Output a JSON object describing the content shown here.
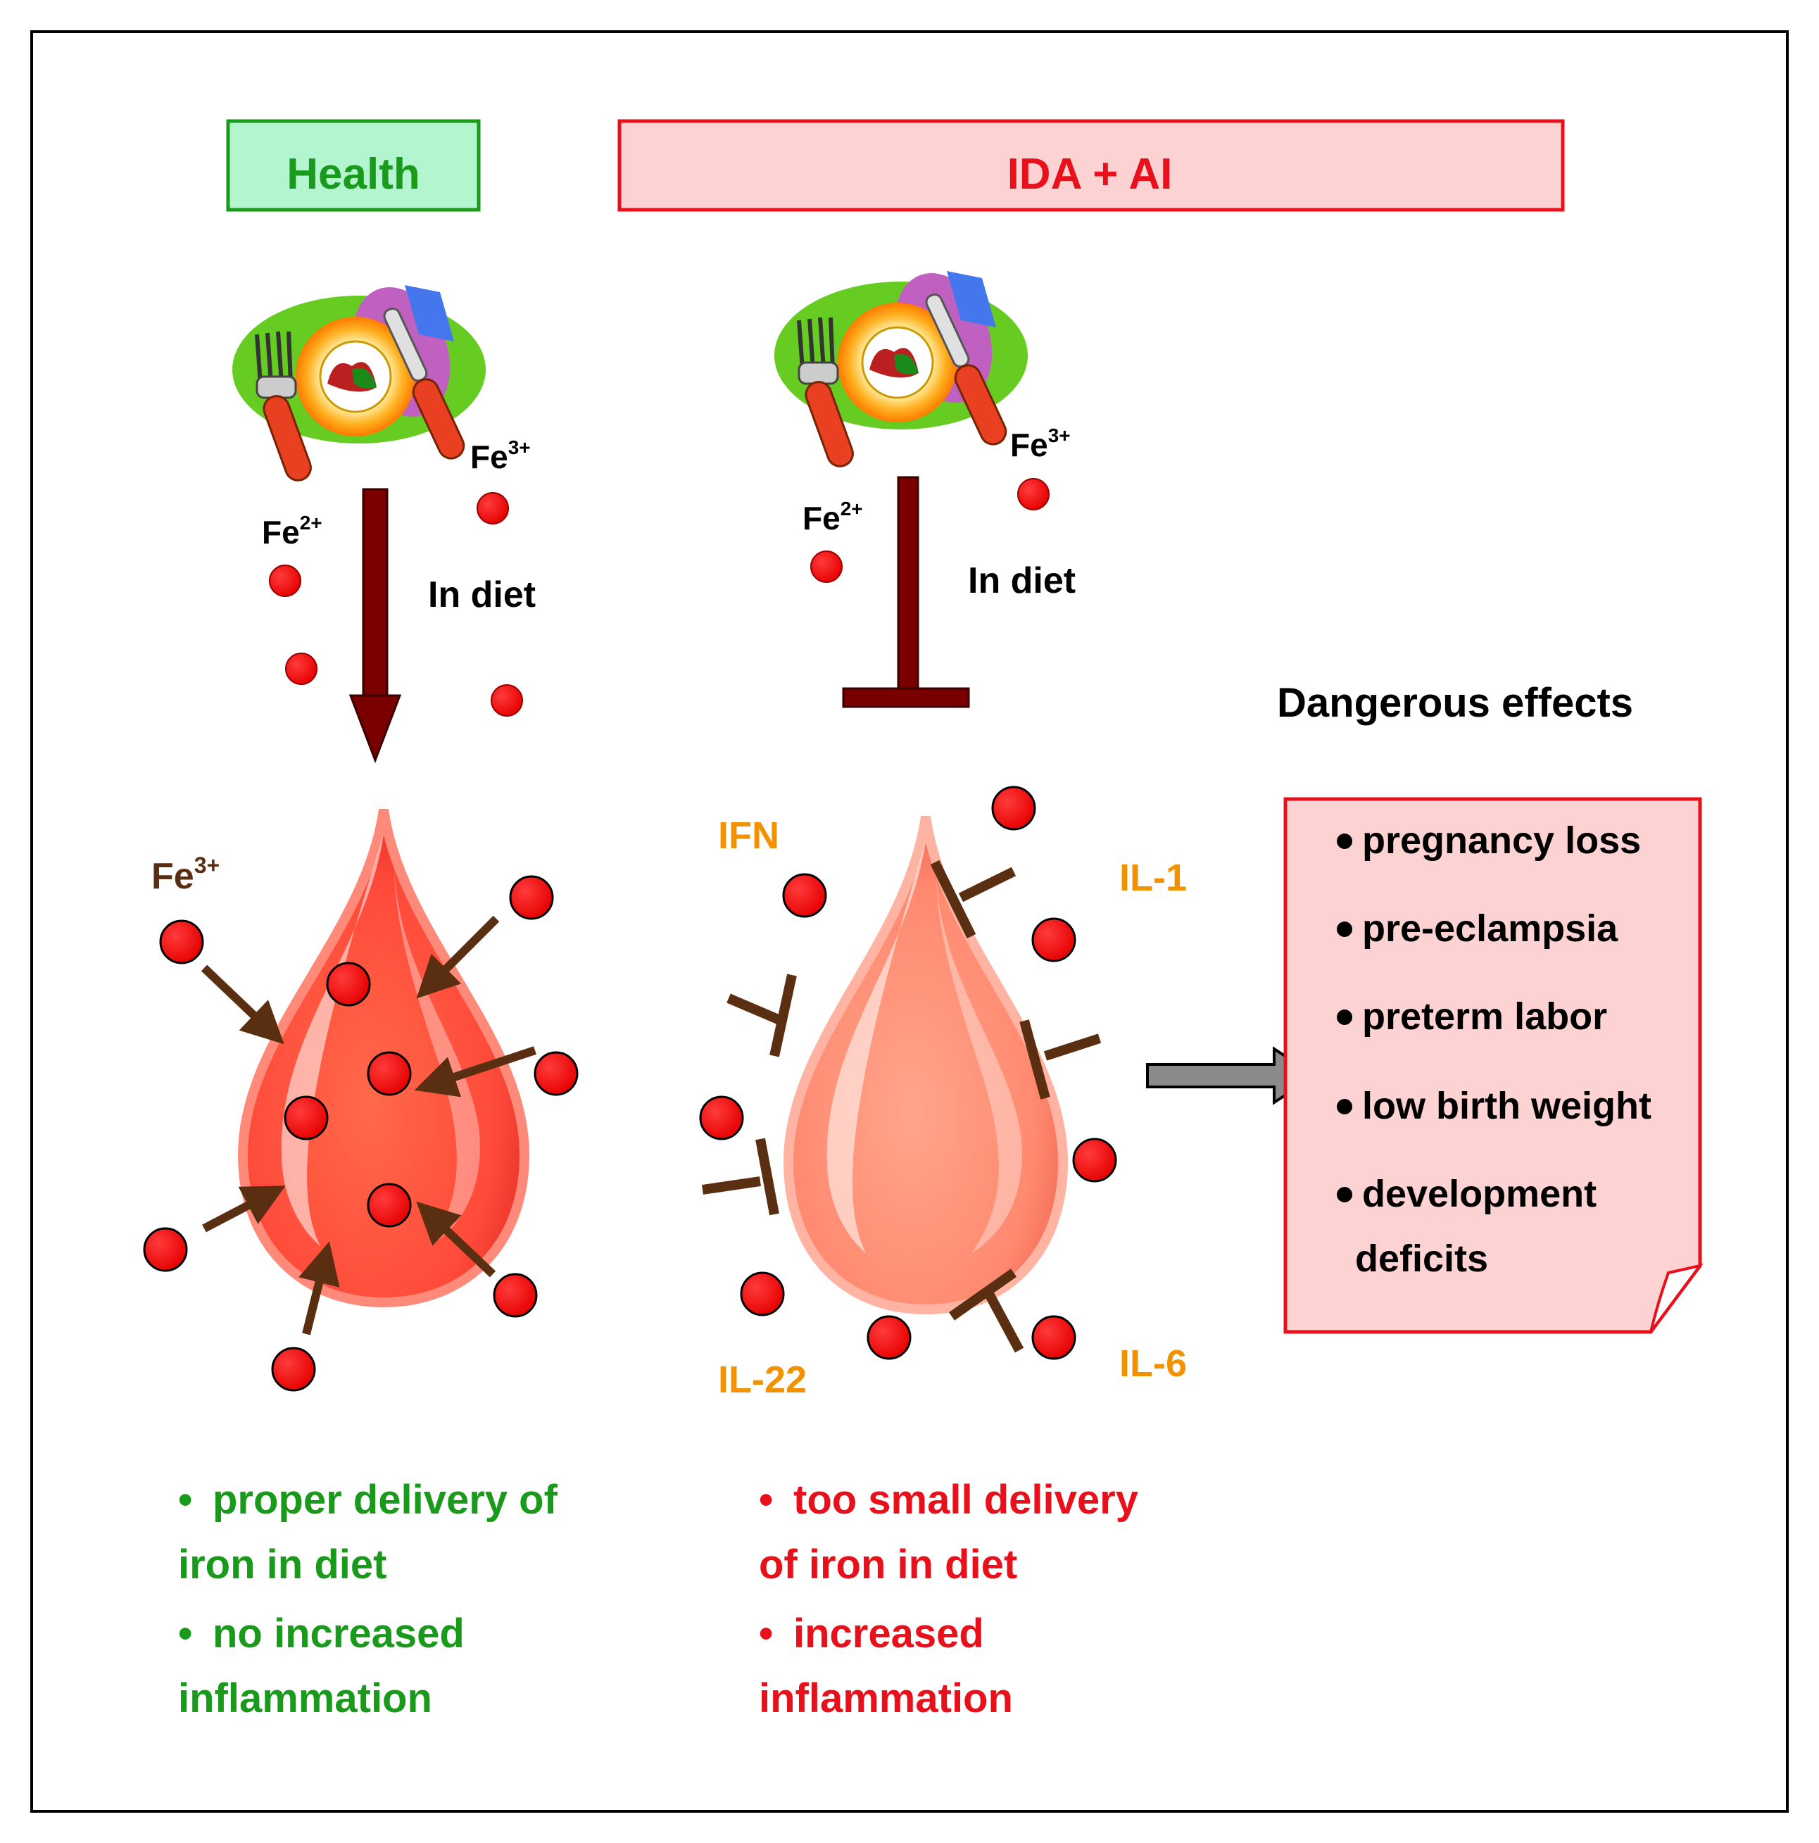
{
  "panels": {
    "health": {
      "title": "Health"
    },
    "ida_ai": {
      "title": "IDA + AI"
    }
  },
  "diet": {
    "health": {
      "fe3": "Fe",
      "fe3_sup": "3+",
      "fe2": "Fe",
      "fe2_sup": "2+",
      "in_diet": "In diet"
    },
    "ida_ai": {
      "fe3": "Fe",
      "fe3_sup": "3+",
      "fe2": "Fe",
      "fe2_sup": "2+",
      "in_diet": "In diet"
    }
  },
  "blood_health": {
    "fe3": "Fe",
    "fe3_sup": "3+"
  },
  "cytokines": {
    "ifn": "IFN",
    "il1": "IL-1",
    "il22": "IL-22",
    "il6": "IL-6"
  },
  "dangerous": {
    "title": "Dangerous effects",
    "items": [
      "pregnancy loss",
      "pre-eclampsia",
      "preterm labor",
      "low birth weight",
      "development",
      "deficits"
    ]
  },
  "bullets": {
    "symbol": "•"
  },
  "summary_health": [
    "proper delivery of",
    "iron in diet",
    "no increased",
    "inflammation"
  ],
  "summary_ida": [
    "too small delivery",
    "of iron in diet",
    "increased",
    "inflammation"
  ],
  "colors": {
    "health_text": "#1a9a1a",
    "health_box": "#b3f5cf",
    "ida_text": "#e8101a",
    "ida_box": "#fcd2d2",
    "cytokine": "#f39200",
    "iron": "#ff0000",
    "arrow_dark": "#7a0000",
    "arrow_brown": "#5a2e10"
  }
}
